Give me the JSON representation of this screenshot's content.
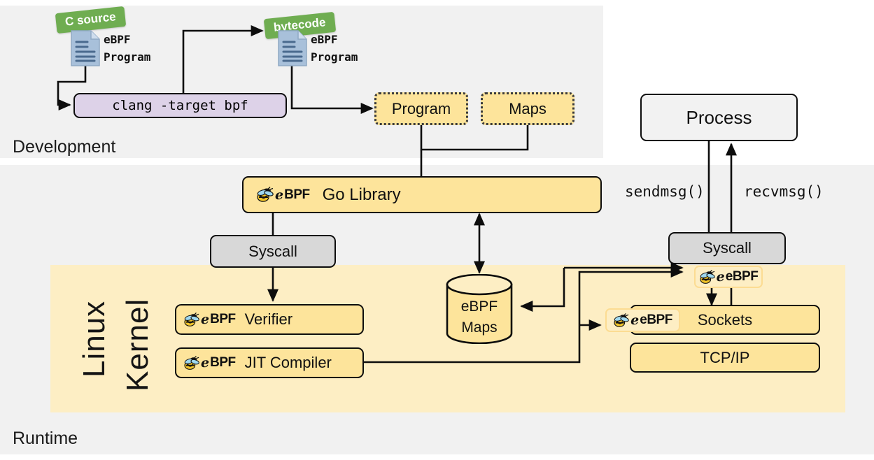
{
  "sections": {
    "development": "Development",
    "runtime": "Runtime",
    "kernel_line1": "Linux",
    "kernel_line2": "Kernel"
  },
  "development": {
    "ribbons": [
      {
        "id": "c-source",
        "label": "C source"
      },
      {
        "id": "bytecode",
        "label": "bytecode"
      }
    ],
    "documents": [
      {
        "id": "source-doc",
        "line1": "eBPF",
        "line2": "Program"
      },
      {
        "id": "bytecode-doc",
        "line1": "eBPF",
        "line2": "Program"
      }
    ],
    "compiler_box": "clang -target bpf",
    "artifacts": [
      {
        "id": "program",
        "label": "Program"
      },
      {
        "id": "maps",
        "label": "Maps"
      }
    ]
  },
  "library": {
    "logo": "ebpf-logo",
    "label": "Go Library"
  },
  "syscalls": [
    {
      "id": "syscall-left",
      "label": "Syscall"
    },
    {
      "id": "syscall-right",
      "label": "Syscall"
    }
  ],
  "kernel_components": [
    {
      "id": "verifier",
      "logo": "ebpf-logo",
      "label": "Verifier"
    },
    {
      "id": "jit-compiler",
      "logo": "ebpf-logo",
      "label": "JIT Compiler"
    }
  ],
  "maps_store": {
    "line1": "eBPF",
    "line2": "Maps"
  },
  "network_stack": [
    {
      "id": "sockets",
      "label": "Sockets"
    },
    {
      "id": "tcp-ip",
      "label": "TCP/IP"
    }
  ],
  "hooks": [
    {
      "id": "syscall-hook",
      "label": "eBPF"
    },
    {
      "id": "socket-hook",
      "label": "eBPF"
    }
  ],
  "userspace": {
    "process": "Process",
    "send_call": "sendmsg()",
    "recv_call": "recvmsg()"
  },
  "colors": {
    "panel_bg": "#f1f1f1",
    "kernel_bg": "#fdeec4",
    "box_yellow": "#fde49b",
    "box_gray": "#d8d8d8",
    "box_lavender": "#ddd2e8",
    "ribbon_green": "#6fad51",
    "doc_blue": "#a8c0da",
    "stroke": "#0d0d0d"
  }
}
